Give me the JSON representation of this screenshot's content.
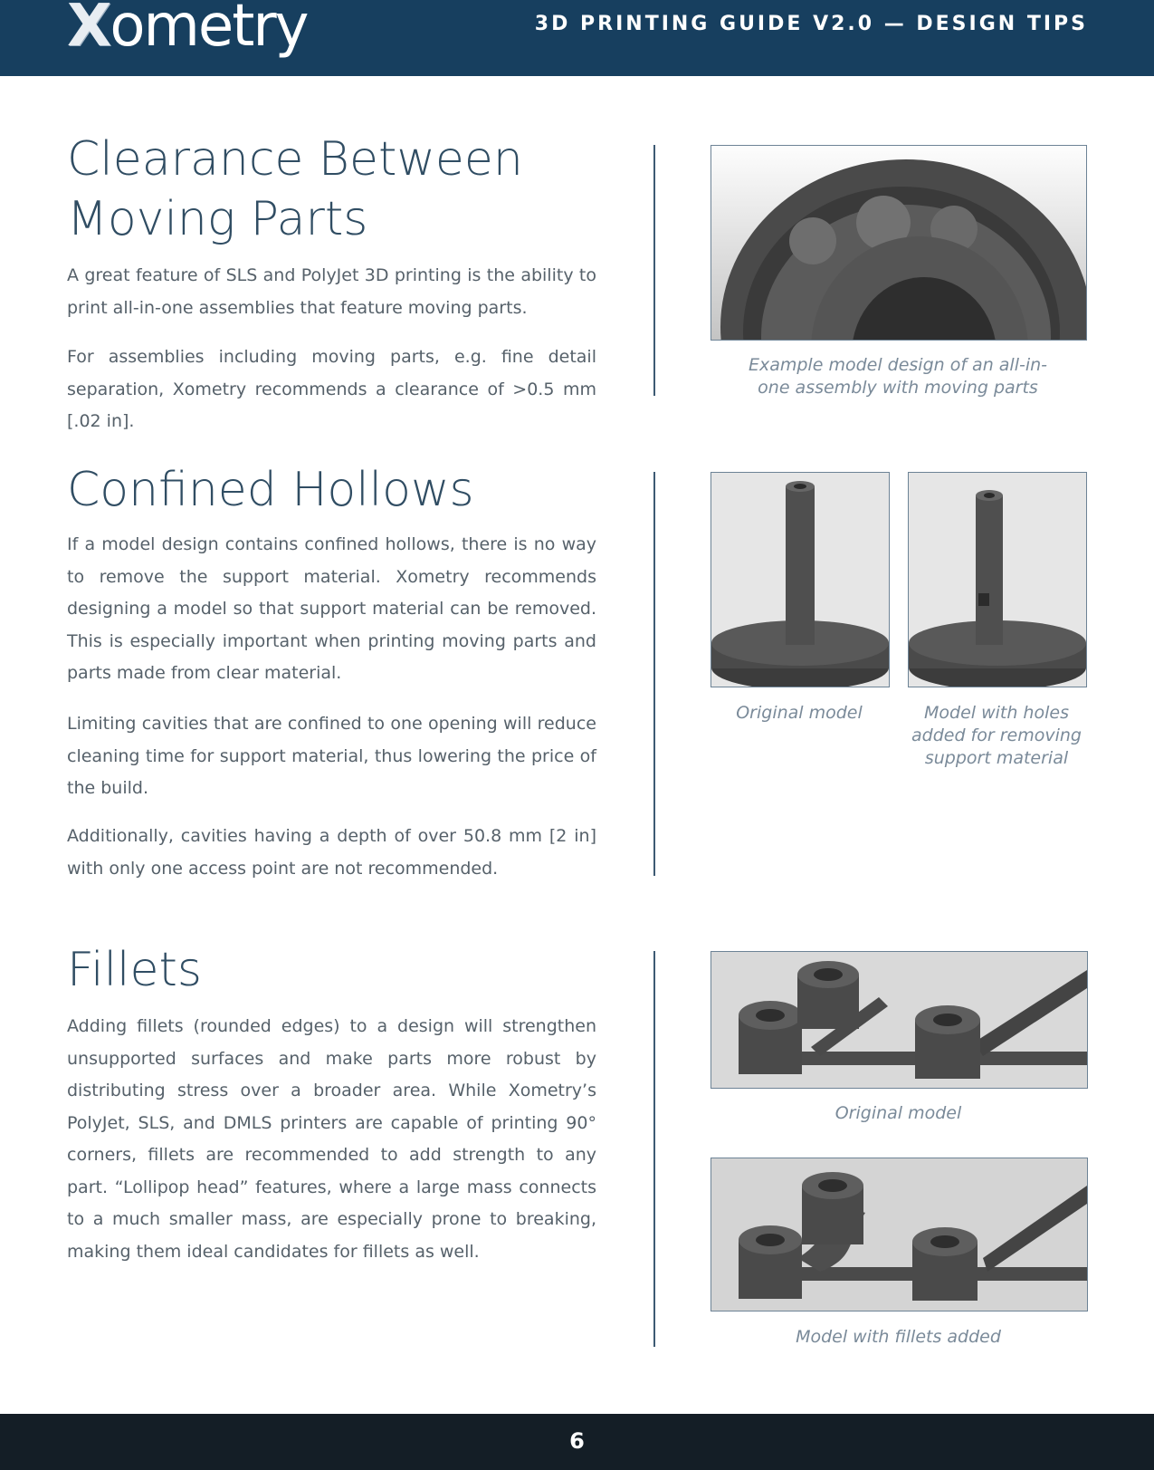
{
  "header": {
    "logo_mark": "X",
    "logo_text": "ometry",
    "title": "3D PRINTING GUIDE V2.0 — DESIGN TIPS"
  },
  "sections": [
    {
      "heading_line1": "Clearance Between",
      "heading_line2": "Moving Parts",
      "paragraphs": [
        "A great feature of SLS and PolyJet 3D printing is the ability to print all-in-one assemblies that feature moving parts.",
        "For assemblies including moving parts, e.g. fine detail separation, Xometry recommends a clearance of >0.5 mm [.02 in]."
      ],
      "captions": [
        "Example model design of an all-in-one assembly with moving parts"
      ]
    },
    {
      "heading": "Confined Hollows",
      "paragraphs": [
        "If a model design contains confined hollows, there is no way to remove the support material. Xometry recommends designing a model so that support material can be removed. This is especially important when printing moving parts and parts made from clear material.",
        "Limiting cavities that are confined to one opening will reduce cleaning time for support material, thus lowering the price of the build.",
        "Additionally, cavities having a depth of over 50.8 mm [2 in] with only one access point are not recommended."
      ],
      "captions": [
        "Original model",
        "Model with holes added for removing support material"
      ]
    },
    {
      "heading": "Fillets",
      "paragraphs": [
        "Adding fillets (rounded edges) to a design will strengthen unsupported surfaces and make parts more robust by distributing stress over a broader area. While Xometry’s PolyJet, SLS, and DMLS printers are capable of printing 90° corners, fillets are recommended to add strength to any part. “Lollipop head” features, where a large mass connects to a much smaller mass, are especially prone to breaking, making them ideal candidates for fillets as well."
      ],
      "captions": [
        "Original model",
        "Model with fillets added"
      ]
    }
  ],
  "footer": {
    "page_number": "6"
  },
  "colors": {
    "header_bg": "#173f5f",
    "footer_bg": "#141e26",
    "heading": "#304d63",
    "body_text": "#56616a",
    "caption": "#7a8a99",
    "divider": "#3d5a73"
  }
}
